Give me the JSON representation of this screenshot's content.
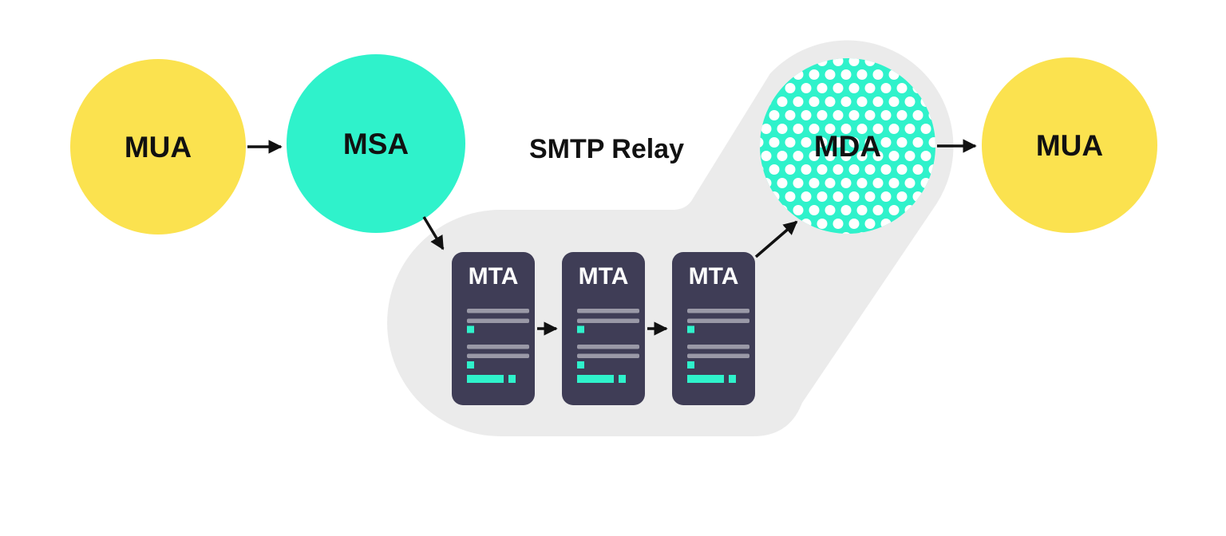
{
  "diagram": {
    "relay_label": "SMTP Relay",
    "nodes": {
      "mua_sender": {
        "label": "MUA",
        "shape": "circle",
        "color_key": "yellow"
      },
      "msa": {
        "label": "MSA",
        "shape": "circle",
        "color_key": "teal"
      },
      "mta": [
        {
          "label": "MTA",
          "shape": "server-card",
          "color_key": "dark"
        },
        {
          "label": "MTA",
          "shape": "server-card",
          "color_key": "dark"
        },
        {
          "label": "MTA",
          "shape": "server-card",
          "color_key": "dark"
        }
      ],
      "mda": {
        "label": "MDA",
        "shape": "dotted-circle",
        "color_key": "teal"
      },
      "mua_receiver": {
        "label": "MUA",
        "shape": "circle",
        "color_key": "yellow"
      }
    },
    "edges": [
      {
        "from": "MUA",
        "to": "MSA"
      },
      {
        "from": "MSA",
        "to": "MTA-1"
      },
      {
        "from": "MTA-1",
        "to": "MTA-2"
      },
      {
        "from": "MTA-2",
        "to": "MTA-3"
      },
      {
        "from": "MTA-3",
        "to": "MDA"
      },
      {
        "from": "MDA",
        "to": "MUA"
      }
    ]
  },
  "colors": {
    "yellow": "#FBE24F",
    "teal": "#2FF2CB",
    "dark": "#3F3D56",
    "blob_gray": "#EBEBEB",
    "detail_gray": "#9A99A7",
    "dot_white": "#FFFFFF",
    "arrow_black": "#111111"
  }
}
